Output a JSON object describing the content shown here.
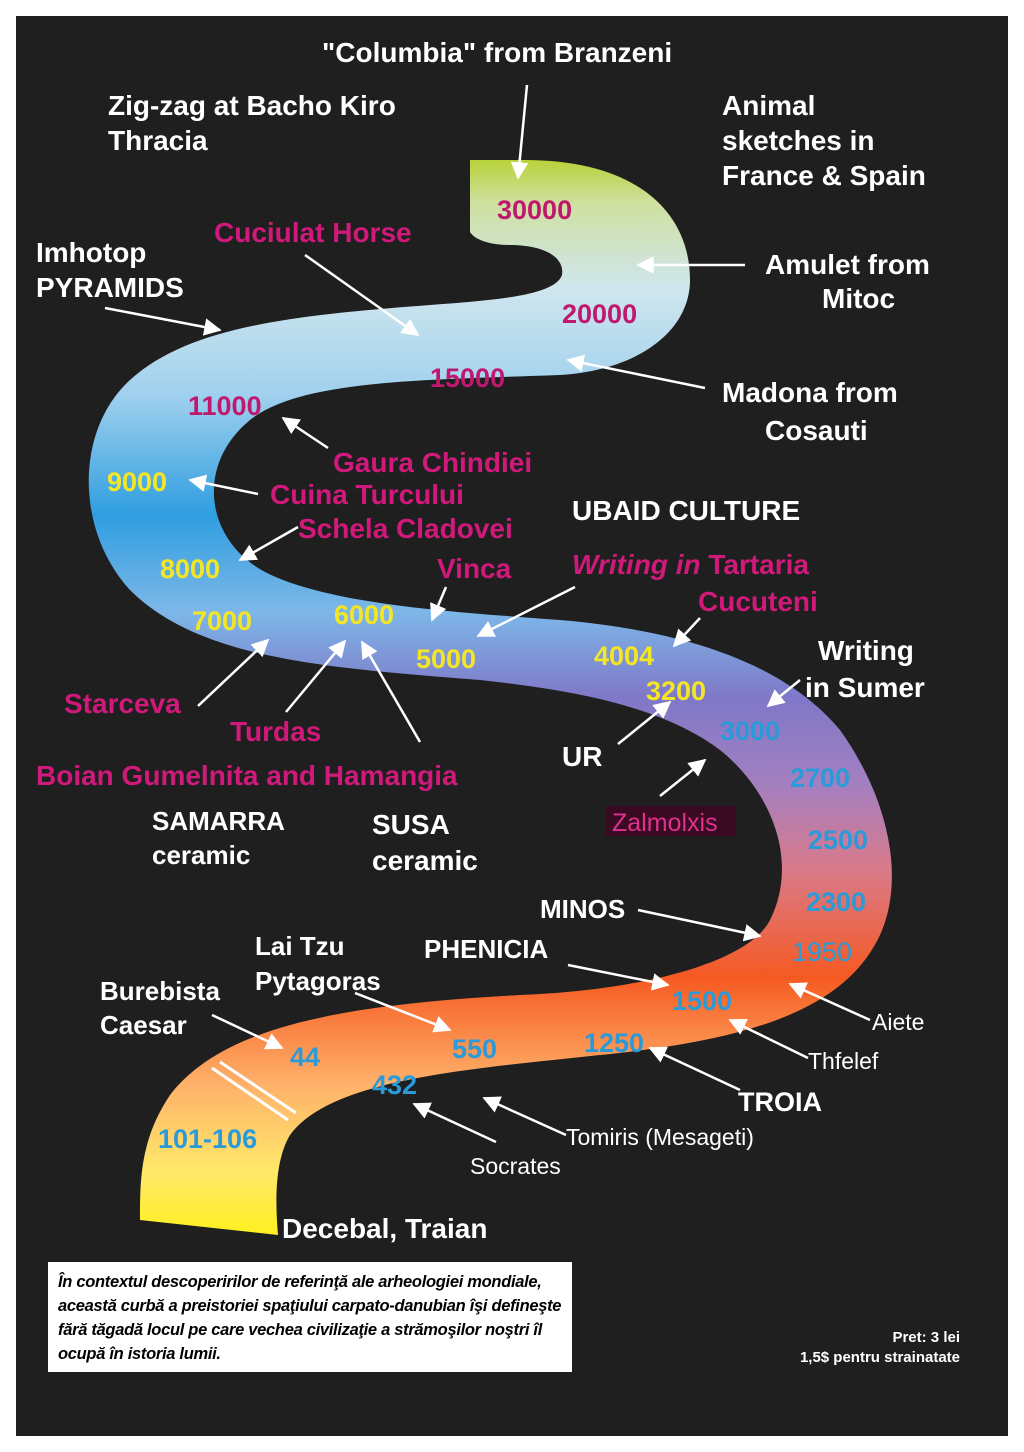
{
  "colors": {
    "background": "#1f1f1f",
    "white": "#ffffff",
    "magenta": "#d0197a",
    "yellow": "#f5e625",
    "blue": "#2a9ad8",
    "pink_year": "#c0176f",
    "zalmolxis_bg": "#3a0a22"
  },
  "years": {
    "y30000": "30000",
    "y20000": "20000",
    "y15000": "15000",
    "y11000": "11000",
    "y9000": "9000",
    "y8000": "8000",
    "y7000": "7000",
    "y6000": "6000",
    "y5000": "5000",
    "y4004": "4004",
    "y3200": "3200",
    "y3000": "3000",
    "y2700": "2700",
    "y2500": "2500",
    "y2300": "2300",
    "y1950": "1950",
    "y1500": "1500",
    "y1250": "1250",
    "y550": "550",
    "y432": "432",
    "y44": "44",
    "y101": "101-106"
  },
  "labels": {
    "columbia": "\"Columbia\" from Branzeni",
    "zigzag1": "Zig-zag at Bacho Kiro",
    "zigzag2": "Thracia",
    "animal1": "Animal",
    "animal2": "sketches in",
    "animal3": "France & Spain",
    "imhotop1": "Imhotop",
    "imhotop2": "PYRAMIDS",
    "cuciulat": "Cuciulat Horse",
    "amulet1": "Amulet  from",
    "amulet2": "Mitoc",
    "madona1": "Madona from",
    "madona2": "Cosauti",
    "gaura": "Gaura Chindiei",
    "cuina": "Cuina Turcului",
    "schela": "Schela Cladovei",
    "ubaid": "UBAID CULTURE",
    "vinca": "Vinca",
    "writing_tartaria_a": "Writing in",
    "writing_tartaria_b": " Tartaria",
    "cucuteni": "Cucuteni",
    "writing_sumer1": "Writing",
    "writing_sumer2": "in Sumer",
    "starceva": "Starceva",
    "turdas": "Turdas",
    "boian": "Boian Gumelnita and Hamangia",
    "ur": "UR",
    "zalmolxis": "Zalmolxis",
    "samarra1": "SAMARRA",
    "samarra2": "ceramic",
    "susa1": "SUSA",
    "susa2": "ceramic",
    "minos": "MINOS",
    "laitzu": "Lai Tzu",
    "pytagoras": "Pytagoras",
    "phenicia": "PHENICIA",
    "burebista": "Burebista",
    "caesar": "Caesar",
    "aiete": "Aiete",
    "thfelef": "Thfelef",
    "troia": "TROIA",
    "tomiris": "Tomiris (Mesageti)",
    "socrates": "Socrates",
    "decebal": "Decebal, Traian"
  },
  "note": {
    "text": "În contextul descoperirilor de referinţă ale arheologiei mondiale, această curbă a preistoriei spaţiului carpato-danubian îşi defineşte fără tăgadă locul pe care vechea civilizaţie a strămoşilor noştri îl ocupă în istoria lumii."
  },
  "price": {
    "line1": "Pret: 3 lei",
    "line2": "1,5$ pentru strainatate"
  }
}
